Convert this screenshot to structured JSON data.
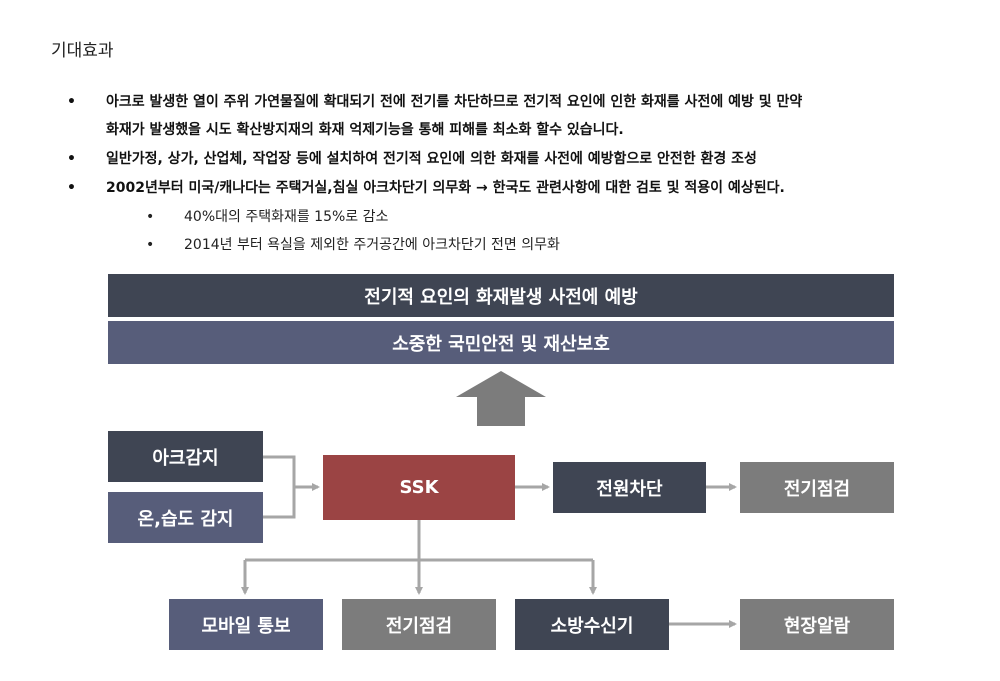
{
  "heading": "기대효과",
  "bullets": [
    {
      "line1": "아크로 발생한 열이 주위 가연물질에 확대되기 전에 전기를 차단하므로 전기적 요인에 인한 화재를 사전에 예방 및 만약",
      "line2": "화재가 발생했을 시도 확산방지재의 화재 억제기능을 통해 피해를 최소화 할수 있습니다."
    },
    {
      "line1": "일반가정, 상가, 산업체, 작업장 등에 설치하여 전기적 요인에 의한 화재를 사전에 예방함으로 안전한 환경 조성"
    },
    {
      "line1": "2002년부터 미국/캐나다는 주택거실,침실 아크차단기 의무화 → 한국도 관련사항에 대한 검토 및 적용이 예상된다."
    }
  ],
  "sub_bullets": [
    "40%대의 주택화재를 15%로 감소",
    "2014년 부터 욕실을 제외한 주거공간에 아크차단기 전면 의무화"
  ],
  "bullet_symbol": "•",
  "diagram": {
    "top_banner": "전기적 요인의 화재발생 사전에 예방",
    "second_banner": "소중한 국민안전 및 재산보호",
    "arc_detect": "아크감지",
    "temp_humidity": "온,습도 감지",
    "center": "SSK",
    "power_cut": "전원차단",
    "inspect_right": "전기점검",
    "mobile_notify": "모바일 통보",
    "inspect_bottom": "전기점검",
    "fire_receiver": "소방수신기",
    "site_alarm": "현장알람"
  },
  "colors": {
    "dark": "#3f4553",
    "slate": "#575d7a",
    "red": "#9b4444",
    "grey": "#7c7c7c",
    "connector": "#a6a6a6"
  }
}
